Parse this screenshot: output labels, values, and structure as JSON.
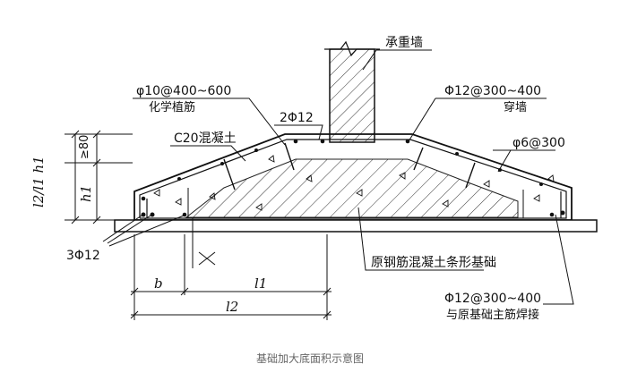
{
  "title_caption": "基础加大底面积示意图",
  "labels": {
    "bearing_wall": "承重墙",
    "anchor_rebar_spec": "φ10@400~600",
    "anchor_rebar_name": "化学植筋",
    "concrete": "C20混凝土",
    "top_bars": "2Φ12",
    "through_wall_spec": "Φ12@300~400",
    "through_wall_name": "穿墙",
    "stirrup": "φ6@300",
    "bottom_bars": "3Φ12",
    "original_foundation": "原钢筋混凝土条形基础",
    "weld_spec": "Φ12@300~400",
    "weld_name": "与原基础主筋焊接"
  },
  "dimensions": {
    "min80": "≥80",
    "h1_left_formula": "l2/l1 h1",
    "h1": "h1",
    "b": "b",
    "l1": "l1",
    "l2": "l2",
    "section_mark": "x"
  }
}
